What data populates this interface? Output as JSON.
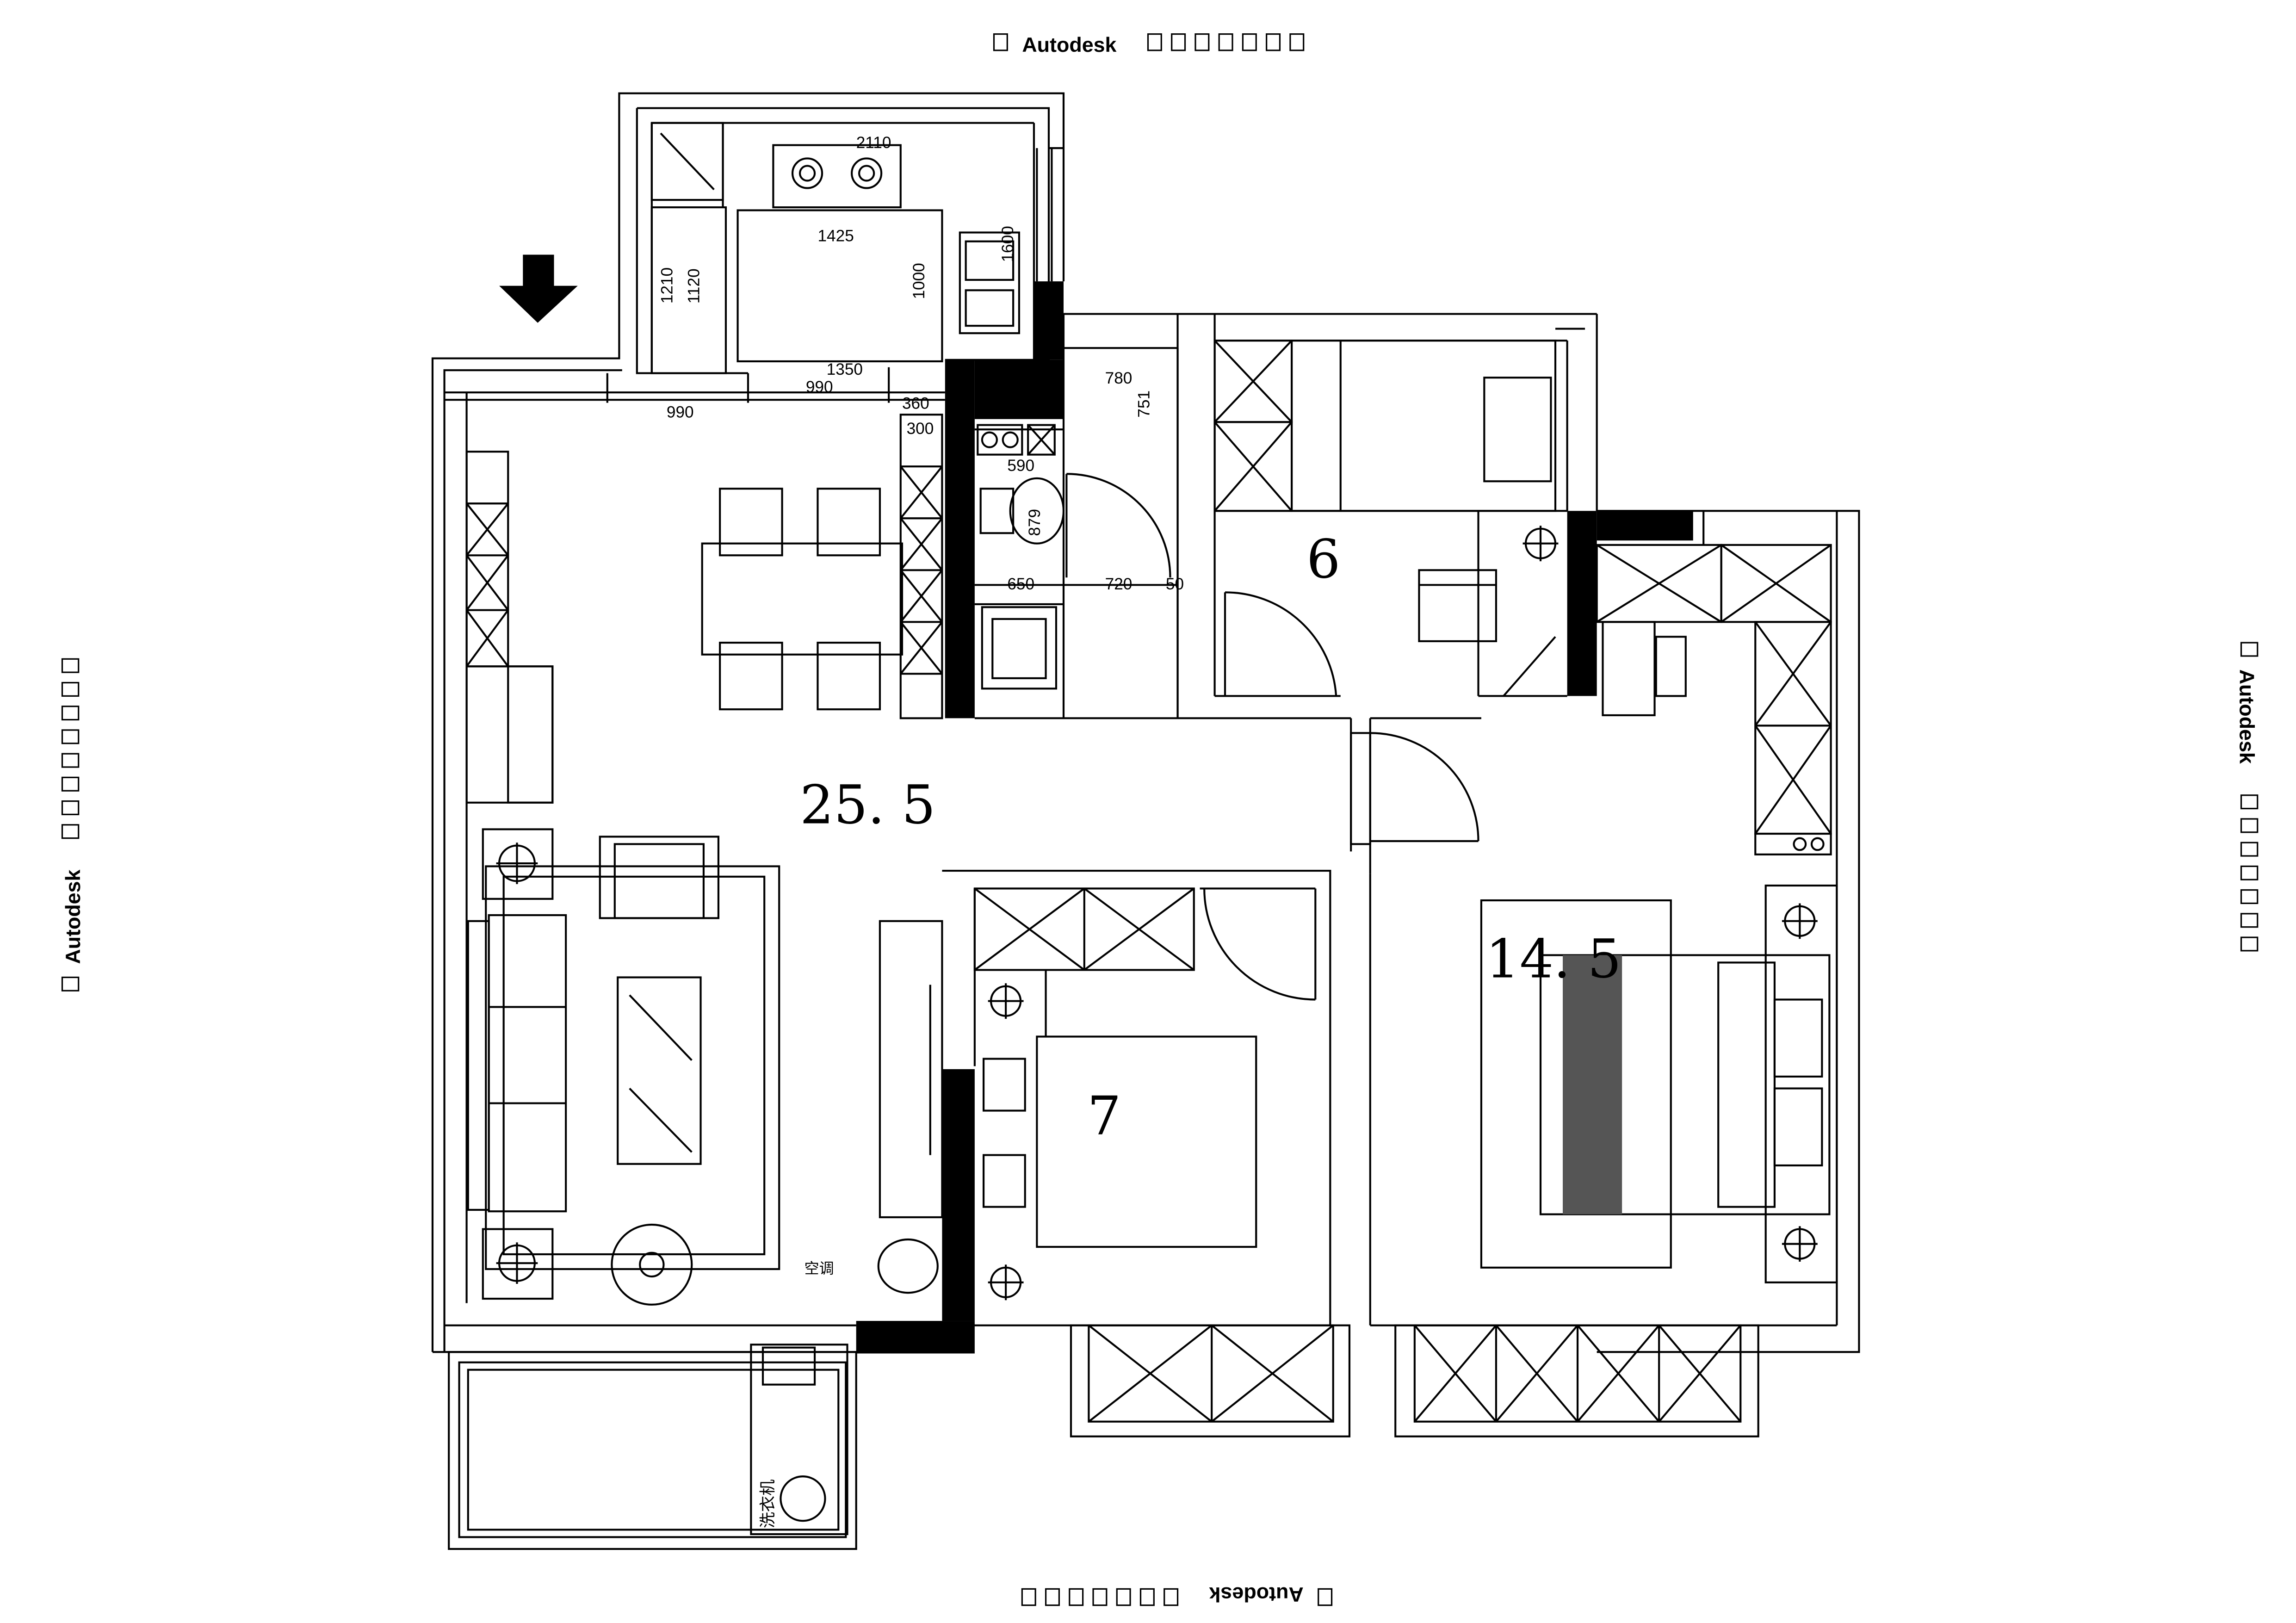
{
  "watermarks": {
    "top": "Autodesk",
    "bottom": "Autodesk",
    "left": "Autodesk",
    "right": "Autodesk"
  },
  "rooms": {
    "living": "25. 5",
    "study": "6",
    "bedroom_small": "7",
    "bedroom_master": "14. 5"
  },
  "dimensions": {
    "kitchen_width": "2110",
    "kitchen_counter": "1425",
    "kitchen_left": "1210",
    "kitchen_left_inner": "1120",
    "kitchen_island": "1000",
    "kitchen_right": "1600",
    "kitchen_bottom": "1350",
    "entry_a": "990",
    "entry_b": "990",
    "d360": "360",
    "d300": "300",
    "bath_top": "780",
    "bath_side": "751",
    "bath_590": "590",
    "bath_879": "879",
    "bath_650": "650",
    "bath_720": "720",
    "bath_50": "50"
  },
  "labels": {
    "aircon": "空调",
    "washer": "洗衣机"
  },
  "icons": {
    "entry": "arrow-down-icon"
  }
}
